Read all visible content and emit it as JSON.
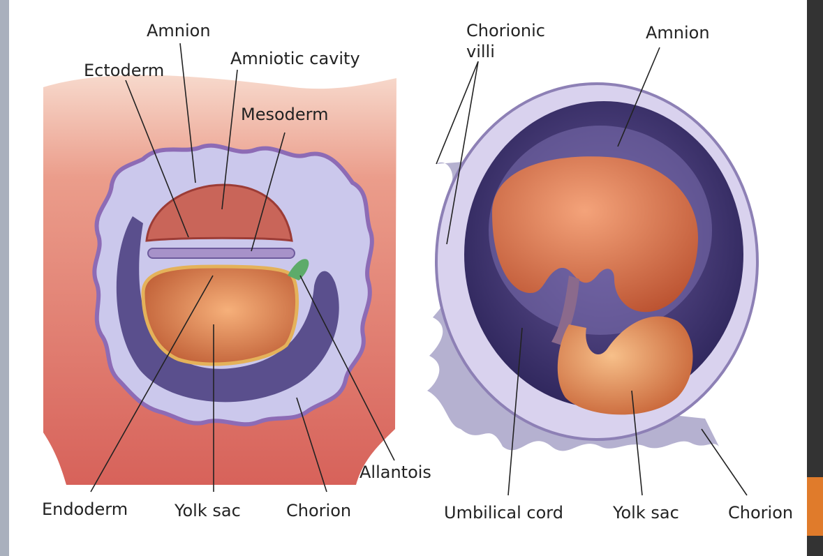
{
  "left_panel": {
    "labels": {
      "amnion": "Amnion",
      "ectoderm": "Ectoderm",
      "amniotic_cavity": "Amniotic cavity",
      "mesoderm": "Mesoderm",
      "allantois": "Allantois",
      "endoderm": "Endoderm",
      "yolk_sac": "Yolk sac",
      "chorion": "Chorion"
    }
  },
  "right_panel": {
    "labels": {
      "chorionic_villi_line1": "Chorionic",
      "chorionic_villi_line2": "villi",
      "amnion": "Amnion",
      "umbilical_cord": "Umbilical cord",
      "yolk_sac": "Yolk sac",
      "chorion": "Chorion"
    }
  },
  "colors": {
    "uterine_wall": "#dc6f63",
    "chorion_membrane": "#c9c6ea",
    "yolk_sac": "#d9834a",
    "embryo": "#e07a4c",
    "amnion_cavity": "#3b2f6b",
    "accent": "#e07b2b"
  }
}
